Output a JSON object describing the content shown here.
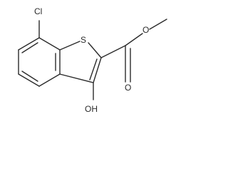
{
  "structure": {
    "atoms": {
      "cl": "Cl",
      "s": "S",
      "o_carbonyl": "O",
      "o_ester": "O",
      "oh": "OH"
    }
  }
}
